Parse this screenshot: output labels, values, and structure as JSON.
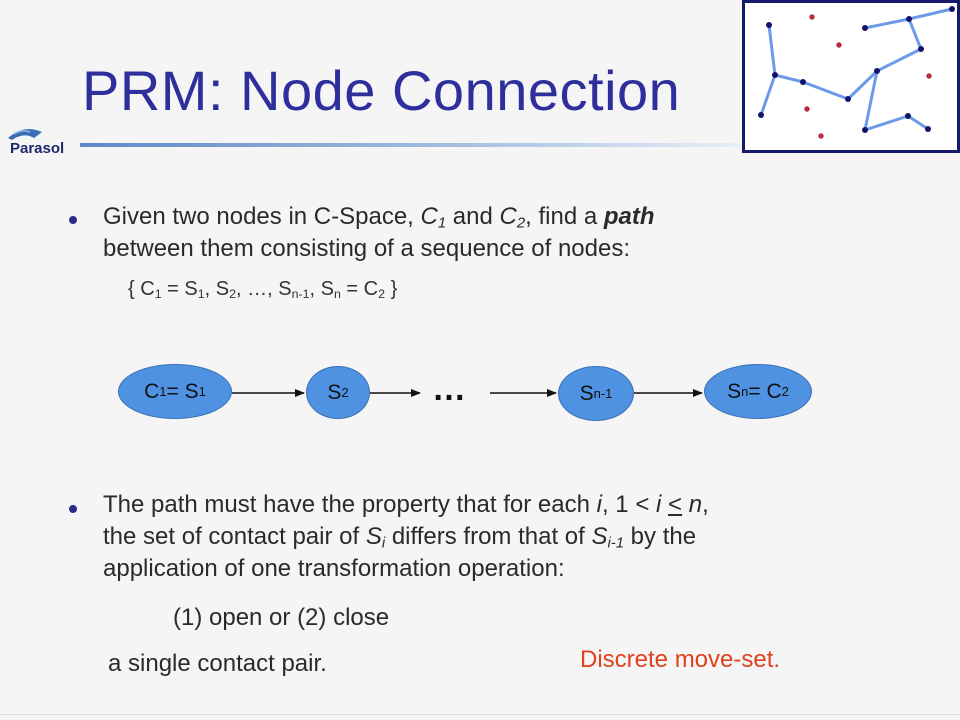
{
  "title": "PRM: Node Connection",
  "logo": {
    "text": "Parasol"
  },
  "bullet1": {
    "line1": {
      "pre": "Given two nodes in C-Space, ",
      "c": "C",
      "one": "1",
      "and": " and ",
      "c2": "C",
      "two": "2",
      "mid": ", find a ",
      "path": "path"
    },
    "line2": "between them consisting of a sequence of nodes:"
  },
  "sequence": {
    "open": "{ C",
    "s1": "1",
    "eq1": " = S",
    "s1b": "1",
    "comma1": ", S",
    "s2": "2",
    "mid": ", …, S",
    "sn1": "n-1",
    "comma2": ", S",
    "sn": "n",
    "eq2": " = C",
    "s2b": "2",
    "close": " }"
  },
  "diagram": {
    "node1": {
      "a": "C",
      "asub": "1",
      "b": " = S",
      "bsub": "1"
    },
    "node2": {
      "a": "S",
      "asub": "2"
    },
    "ellipsis": "…",
    "node3": {
      "a": "S",
      "asub": " n-1"
    },
    "node4": {
      "a": "S",
      "asub": "n",
      "b": " = C",
      "bsub": "2"
    }
  },
  "bullet2": {
    "line1": {
      "pre": "The path must have the property that for each ",
      "i": "i",
      "mid": ", 1 < ",
      "i2": "i",
      "lt": " ",
      "le": "<",
      "sp": " ",
      "n": "n",
      "end": ","
    },
    "line2": {
      "pre": "the set of contact pair of ",
      "s": "S",
      "ssub": "i",
      "mid": " differs from that of ",
      "s2": "S",
      "s2sub": "i-1",
      "end": " by the"
    },
    "line3": "application of one transformation operation:"
  },
  "ops": "(1) open or (2) close",
  "single": "a single contact pair.",
  "note": "Discrete move-set.",
  "colors": {
    "title": "#2e2e9c",
    "node_fill": "#4f92e2",
    "note": "#e0401c",
    "graph_edge": "#6b9be8",
    "graph_node": "#13136b",
    "graph_free": "#c8283e"
  }
}
